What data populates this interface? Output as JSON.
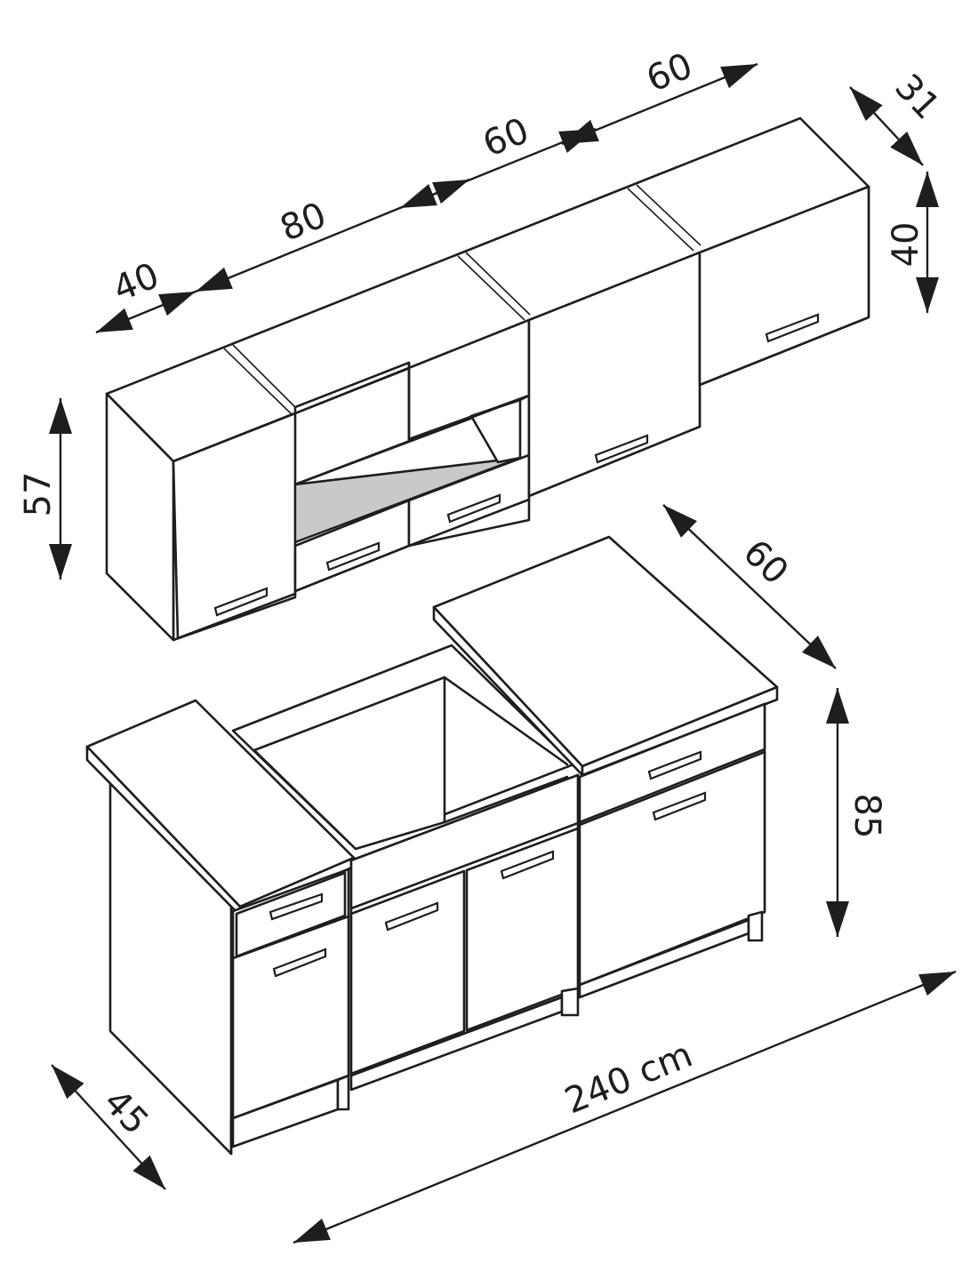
{
  "dimensions": {
    "upper_40": "40",
    "upper_80": "80",
    "upper_60a": "60",
    "upper_60b": "60",
    "upper_depth": "31",
    "upper_height_right": "40",
    "upper_height_left": "57",
    "lower_depth_right": "60",
    "lower_height": "85",
    "lower_depth_left": "45",
    "total_width": "240 cm"
  },
  "colors": {
    "line": "#1e1e1e",
    "panel": "#ffffff",
    "interior_shade": "#c9c9c9"
  }
}
